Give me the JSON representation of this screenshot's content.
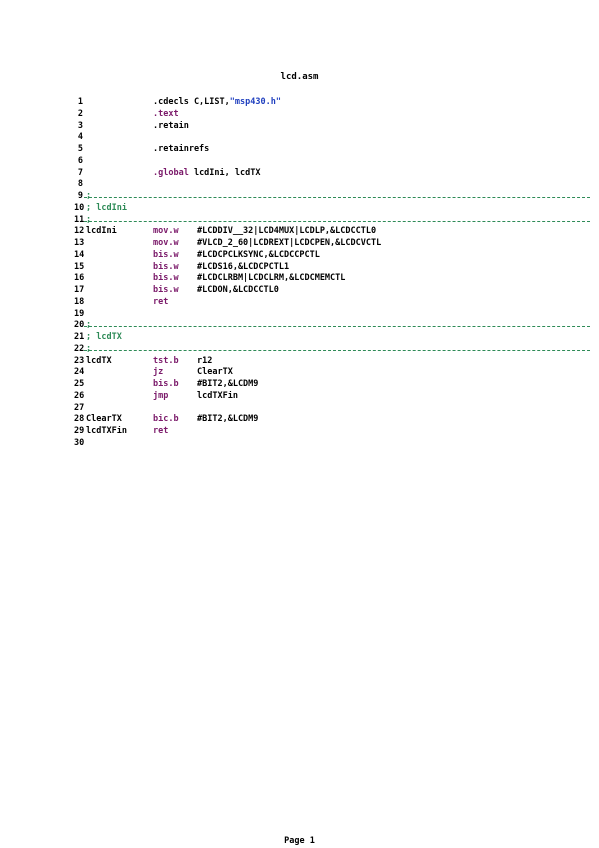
{
  "title": "lcd.asm",
  "footer": "Page  1",
  "lines": [
    {
      "n": "1",
      "label": "",
      "op": "",
      "arg": "",
      "directive": ".cdecls C,LIST,",
      "string": "\"msp430.h\""
    },
    {
      "n": "2",
      "label": "",
      "op": "",
      "arg": "",
      "directive": ".text",
      "kw": true
    },
    {
      "n": "3",
      "label": "",
      "op": "",
      "arg": "",
      "directive": ".retain"
    },
    {
      "n": "4"
    },
    {
      "n": "5",
      "directive": ".retainrefs"
    },
    {
      "n": "6"
    },
    {
      "n": "7",
      "directive": ".global",
      "directive_rest": " lcdIni, lcdTX",
      "kw": true
    },
    {
      "n": "8"
    },
    {
      "n": "9",
      "comment": ";",
      "sep": true
    },
    {
      "n": "10",
      "comment": "; lcdIni"
    },
    {
      "n": "11",
      "comment": ";",
      "sep": true
    },
    {
      "n": "12",
      "label": "lcdIni",
      "op": "mov.w",
      "arg": "#LCDDIV__32|LCD4MUX|LCDLP,&LCDCCTL0"
    },
    {
      "n": "13",
      "op": "mov.w",
      "arg": "#VLCD_2_60|LCDREXT|LCDCPEN,&LCDCVCTL"
    },
    {
      "n": "14",
      "op": "bis.w",
      "arg": "#LCDCPCLKSYNC,&LCDCCPCTL"
    },
    {
      "n": "15",
      "op": "bis.w",
      "arg": "#LCDS16,&LCDCPCTL1"
    },
    {
      "n": "16",
      "op": "bis.w",
      "arg": "#LCDCLRBM|LCDCLRM,&LCDCMEMCTL"
    },
    {
      "n": "17",
      "op": "bis.w",
      "arg": "#LCDON,&LCDCCTL0"
    },
    {
      "n": "18",
      "op": "ret",
      "arg": ""
    },
    {
      "n": "19"
    },
    {
      "n": "20",
      "comment": ";",
      "sep": true
    },
    {
      "n": "21",
      "comment": "; lcdTX"
    },
    {
      "n": "22",
      "comment": ";",
      "sep": true
    },
    {
      "n": "23",
      "label": "lcdTX",
      "op": "tst.b",
      "arg": "r12"
    },
    {
      "n": "24",
      "op": "jz",
      "arg": "ClearTX"
    },
    {
      "n": "25",
      "op": "bis.b",
      "arg": "#BIT2,&LCDM9"
    },
    {
      "n": "26",
      "op": "jmp",
      "arg": "lcdTXFin"
    },
    {
      "n": "27"
    },
    {
      "n": "28",
      "label": "ClearTX",
      "op": "bic.b",
      "arg": "#BIT2,&LCDM9"
    },
    {
      "n": "29",
      "label": "lcdTXFin",
      "op": "ret",
      "arg": ""
    },
    {
      "n": "30"
    }
  ]
}
